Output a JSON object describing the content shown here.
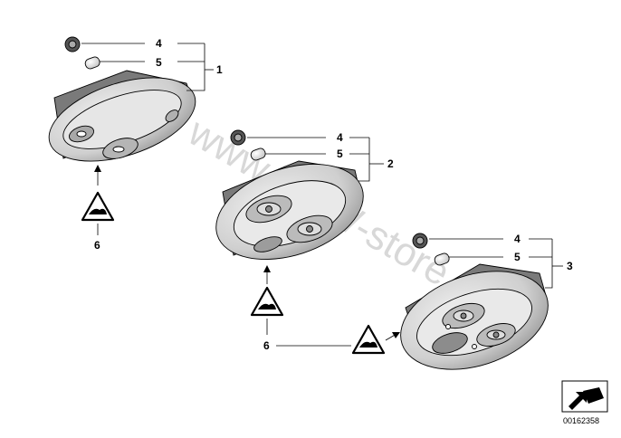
{
  "watermark": "www.BMW-store.ru",
  "labels": {
    "l4a": "4",
    "l5a": "5",
    "l1": "1",
    "l4b": "4",
    "l5b": "5",
    "l2": "2",
    "l4c": "4",
    "l5c": "5",
    "l3": "3",
    "l6a": "6",
    "l6b": "6"
  },
  "reference_number": "00162358",
  "colors": {
    "part_fill": "#d9d9d9",
    "part_dark": "#8c8c8c",
    "watermark": "#d8d8d8"
  }
}
